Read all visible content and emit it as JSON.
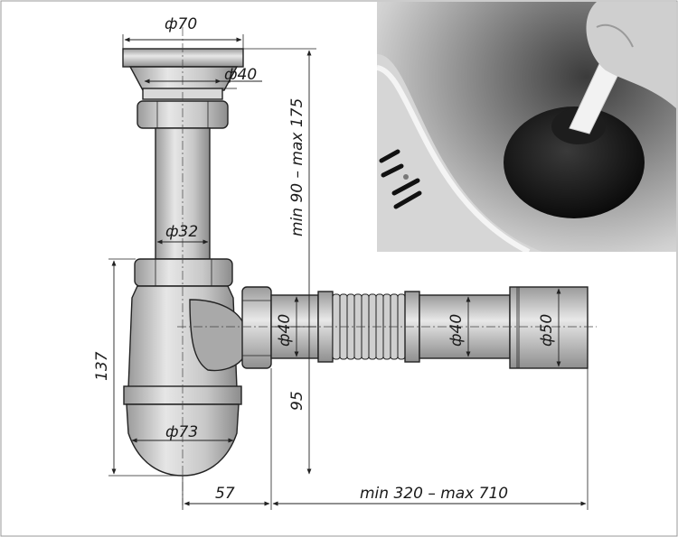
{
  "dimensions": {
    "strainer_diameter": "ф70",
    "outlet_diameter": "ф40",
    "tube_diameter": "ф32",
    "height_range": "min 90 – max 175",
    "trap_height": "137",
    "side_outlet_diameter": "ф40",
    "outlet_height": "95",
    "flex_diameter": "ф40",
    "end_diameter": "ф50",
    "bottle_diameter": "ф73",
    "offset": "57",
    "length_range": "min 320 – max 710"
  },
  "photo": {
    "subject": "plunger-in-sink"
  }
}
